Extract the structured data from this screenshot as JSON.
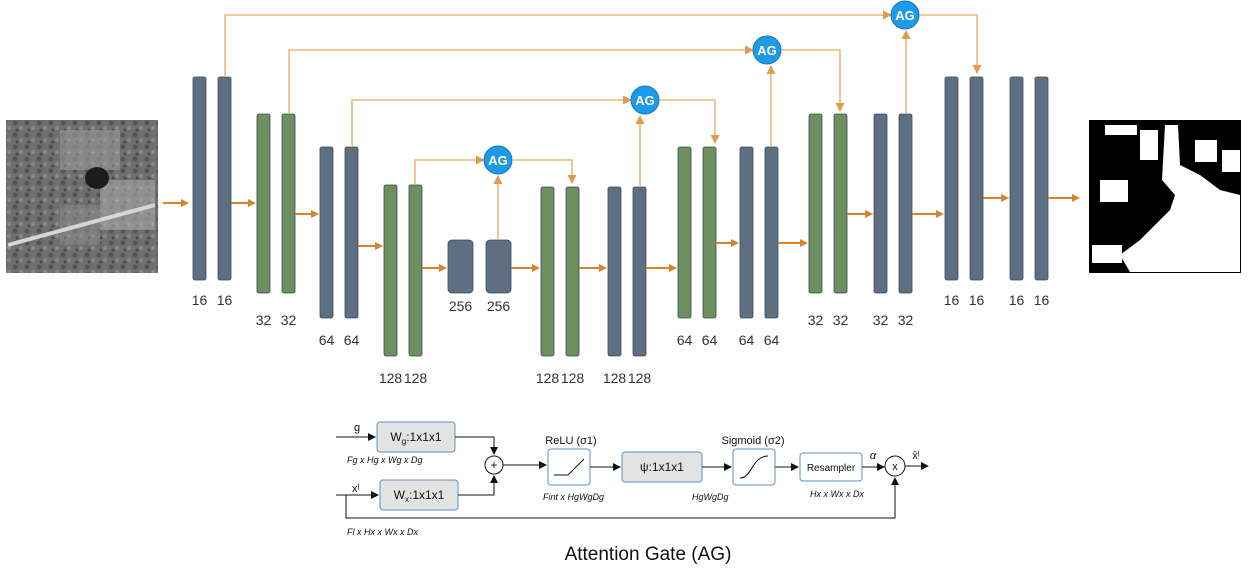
{
  "colors": {
    "encoder_blue": "#5f6f82",
    "green": "#6e8f5f",
    "arrow_orange": "#d6842a",
    "skip_line": "#efb77a",
    "ag_circle": "#1e9be6",
    "ag_stroke": "#1779b8",
    "gate_box_fill": "#e3e3e3",
    "gate_box_stroke": "#5b8fc9"
  },
  "network": {
    "input_image": "aerial grayscale input",
    "output_mask": "binary segmentation mask",
    "blocks": [
      {
        "id": "enc1",
        "labels": [
          "16",
          "16"
        ],
        "color": "blue"
      },
      {
        "id": "enc2",
        "labels": [
          "32",
          "32"
        ],
        "color": "green"
      },
      {
        "id": "enc3",
        "labels": [
          "64",
          "64"
        ],
        "color": "blue"
      },
      {
        "id": "enc4",
        "labels": [
          "128",
          "128"
        ],
        "color": "green"
      },
      {
        "id": "bottleneck",
        "labels": [
          "256",
          "256"
        ],
        "color": "blue"
      },
      {
        "id": "dec4a",
        "labels": [
          "128",
          "128"
        ],
        "color": "green"
      },
      {
        "id": "dec4b",
        "labels": [
          "128",
          "128"
        ],
        "color": "blue"
      },
      {
        "id": "dec3a",
        "labels": [
          "64",
          "64"
        ],
        "color": "green"
      },
      {
        "id": "dec3b",
        "labels": [
          "64",
          "64"
        ],
        "color": "blue"
      },
      {
        "id": "dec2a",
        "labels": [
          "32",
          "32"
        ],
        "color": "green"
      },
      {
        "id": "dec2b",
        "labels": [
          "32",
          "32"
        ],
        "color": "blue"
      },
      {
        "id": "dec1a",
        "labels": [
          "16",
          "16"
        ],
        "color": "blue"
      },
      {
        "id": "dec1b",
        "labels": [
          "16",
          "16"
        ],
        "color": "blue"
      }
    ],
    "ag_label": "AG"
  },
  "gate": {
    "g_label": "g",
    "x_label": "xˡ",
    "wg_label": "W",
    "wg_sub": "g",
    "wg_suffix": ":1x1x1",
    "wx_label": "W",
    "wx_sub": "x",
    "wx_suffix": ":1x1x1",
    "g_dims": "Fg x Hg x Wg x Dg",
    "x_dims": "Fl x Hx x Wx x Dx",
    "relu_label": "ReLU (σ1)",
    "fint_dims": "Fint x HgWgDg",
    "psi_label": "ψ:1x1x1",
    "psi_dims": "HgWgDg",
    "sigmoid_label": "Sigmoid (σ2)",
    "resampler_label": "Resampler",
    "resampler_dims": "Hx x Wx x Dx",
    "alpha_label": "α",
    "plus_symbol": "+",
    "times_symbol": "x",
    "output_label": "x̂ˡ"
  },
  "title": "Attention Gate (AG)"
}
